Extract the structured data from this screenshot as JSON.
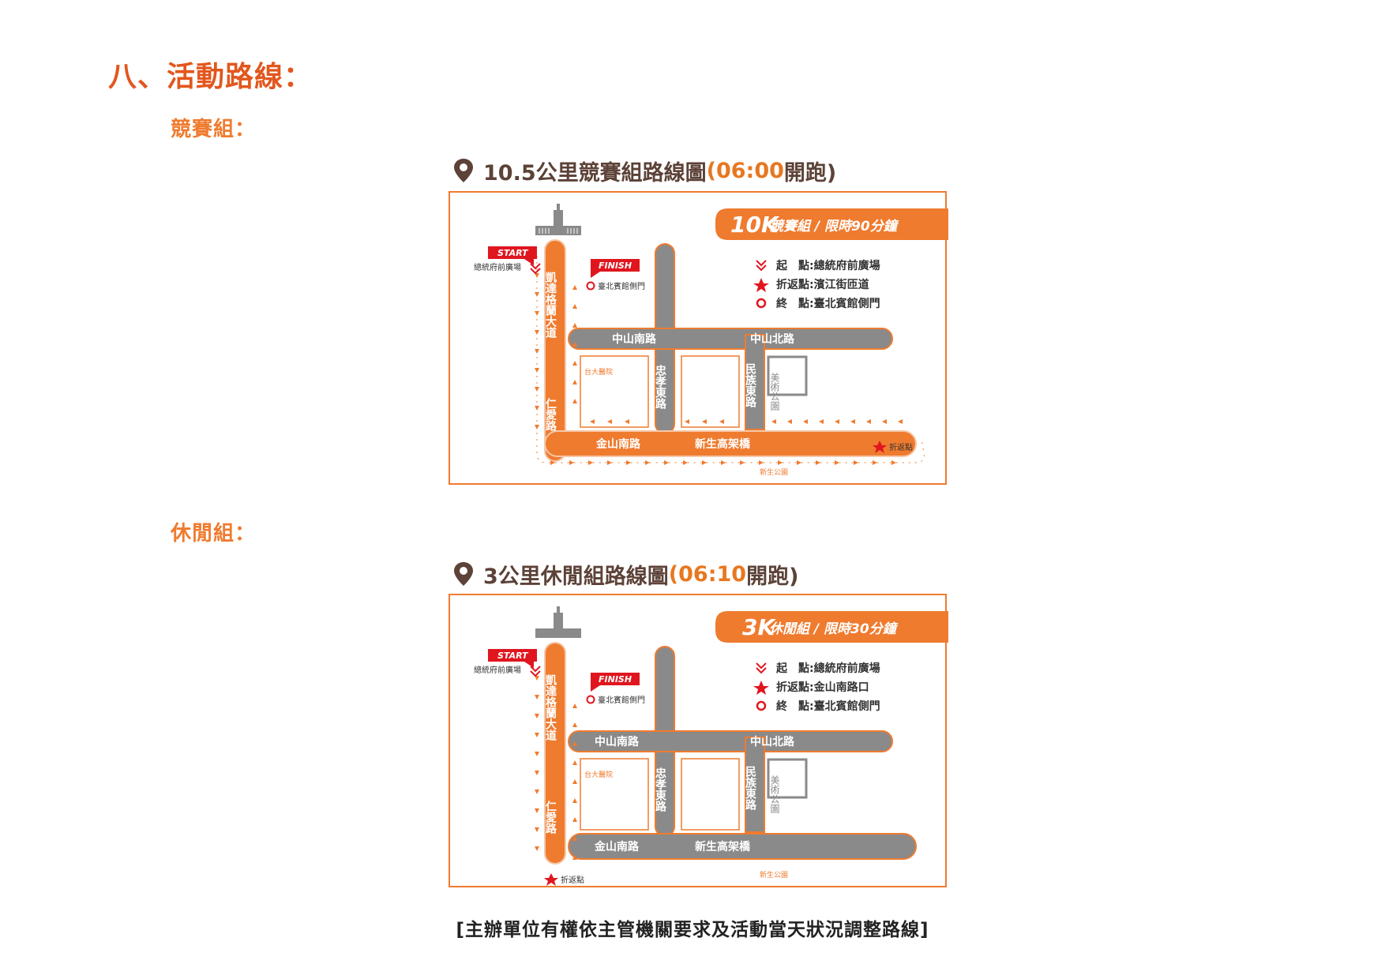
{
  "section_title": "八、活動路線：",
  "race_group_label": "競賽組：",
  "leisure_group_label": "休閒組：",
  "maps": [
    {
      "heading_prefix": "10.5公里競賽組路線圖",
      "heading_time": "(06:00",
      "heading_suffix": "開跑)",
      "banner_big": "10K",
      "banner_small": "競賽組 / 限時90分鐘",
      "legend": [
        {
          "icon": "chevron-down-icon",
          "label": "起　點:總統府前廣場"
        },
        {
          "icon": "star-icon",
          "label": "折返點:濱江街匝道"
        },
        {
          "icon": "circle-icon",
          "label": "終　點:臺北賓館側門"
        }
      ],
      "start_flag": "START",
      "start_label": "總統府前廣場",
      "finish_flag": "FINISH",
      "finish_label": "臺北賓館側門",
      "road_ketagalan": "凱達格蘭大道",
      "road_renai": "仁愛路",
      "road_zhongshan_s": "中山南路",
      "road_zhongshan_n": "中山北路",
      "road_jinshan_s": "金山南路",
      "road_xinsheng": "新生高架橋",
      "road_zhongxiao": "忠孝東路",
      "road_minzu": "民族東路",
      "park_art": "美術公園",
      "hospital": "台大醫院",
      "xinsheng_park": "新生公園",
      "turnaround": "折返點",
      "brand_accent": "#ef7b2f",
      "road_grey": "#8a8a8a",
      "flag_red": "#e0161f"
    },
    {
      "heading_prefix": "3公里休閒組路線圖",
      "heading_time": "(06:10",
      "heading_suffix": "開跑)",
      "banner_big": "3K",
      "banner_small": "休閒組 / 限時30分鐘",
      "legend": [
        {
          "icon": "chevron-down-icon",
          "label": "起　點:總統府前廣場"
        },
        {
          "icon": "star-icon",
          "label": "折返點:金山南路口"
        },
        {
          "icon": "circle-icon",
          "label": "終　點:臺北賓館側門"
        }
      ],
      "start_flag": "START",
      "start_label": "總統府前廣場",
      "finish_flag": "FINISH",
      "finish_label": "臺北賓館側門",
      "road_ketagalan": "凱達格蘭大道",
      "road_renai": "仁愛路",
      "road_zhongshan_s": "中山南路",
      "road_zhongshan_n": "中山北路",
      "road_jinshan_s": "金山南路",
      "road_xinsheng": "新生高架橋",
      "road_zhongxiao": "忠孝東路",
      "road_minzu": "民族東路",
      "park_art": "美術公園",
      "hospital": "台大醫院",
      "xinsheng_park": "新生公園",
      "turnaround": "折返點"
    }
  ],
  "notice": "[主辦單位有權依主管機關要求及活動當天狀況調整路線]"
}
